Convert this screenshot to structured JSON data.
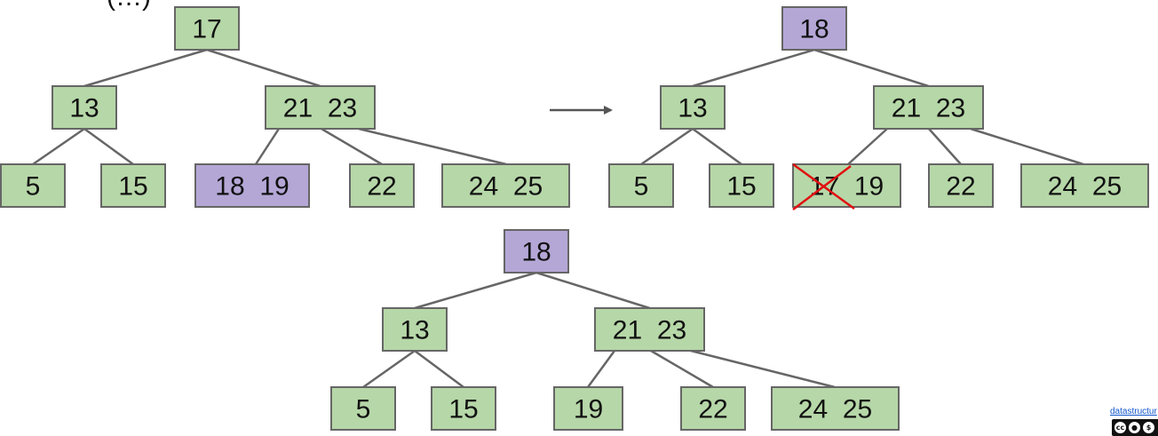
{
  "top_fragment": "(…)",
  "trees": [
    {
      "name": "tree-before",
      "nodes": [
        {
          "id": "root",
          "label": "17",
          "highlight": false
        },
        {
          "id": "left",
          "label": "13",
          "highlight": false
        },
        {
          "id": "right",
          "label": "21  23",
          "highlight": false
        },
        {
          "id": "leaf-1",
          "label": "5",
          "highlight": false
        },
        {
          "id": "leaf-2",
          "label": "15",
          "highlight": false
        },
        {
          "id": "leaf-3",
          "label": "18  19",
          "highlight": true
        },
        {
          "id": "leaf-4",
          "label": "22",
          "highlight": false
        },
        {
          "id": "leaf-5",
          "label": "24  25",
          "highlight": false
        }
      ],
      "edges": [
        [
          "root",
          "left"
        ],
        [
          "root",
          "right"
        ],
        [
          "left",
          "leaf-1"
        ],
        [
          "left",
          "leaf-2"
        ],
        [
          "right",
          "leaf-3"
        ],
        [
          "right",
          "leaf-4"
        ],
        [
          "right",
          "leaf-5"
        ]
      ]
    },
    {
      "name": "tree-swapped",
      "nodes": [
        {
          "id": "root",
          "label": "18",
          "highlight": true
        },
        {
          "id": "left",
          "label": "13",
          "highlight": false
        },
        {
          "id": "right",
          "label": "21  23",
          "highlight": false
        },
        {
          "id": "leaf-1",
          "label": "5",
          "highlight": false
        },
        {
          "id": "leaf-2",
          "label": "15",
          "highlight": false
        },
        {
          "id": "leaf-3",
          "label": "17  19",
          "highlight": false,
          "struck_key": "17"
        },
        {
          "id": "leaf-4",
          "label": "22",
          "highlight": false
        },
        {
          "id": "leaf-5",
          "label": "24  25",
          "highlight": false
        }
      ],
      "edges": [
        [
          "root",
          "left"
        ],
        [
          "root",
          "right"
        ],
        [
          "left",
          "leaf-1"
        ],
        [
          "left",
          "leaf-2"
        ],
        [
          "right",
          "leaf-3"
        ],
        [
          "right",
          "leaf-4"
        ],
        [
          "right",
          "leaf-5"
        ]
      ]
    },
    {
      "name": "tree-after",
      "nodes": [
        {
          "id": "root",
          "label": "18",
          "highlight": true
        },
        {
          "id": "left",
          "label": "13",
          "highlight": false
        },
        {
          "id": "right",
          "label": "21  23",
          "highlight": false
        },
        {
          "id": "leaf-1",
          "label": "5",
          "highlight": false
        },
        {
          "id": "leaf-2",
          "label": "15",
          "highlight": false
        },
        {
          "id": "leaf-3",
          "label": "19",
          "highlight": false
        },
        {
          "id": "leaf-4",
          "label": "22",
          "highlight": false
        },
        {
          "id": "leaf-5",
          "label": "24  25",
          "highlight": false
        }
      ],
      "edges": [
        [
          "root",
          "left"
        ],
        [
          "root",
          "right"
        ],
        [
          "left",
          "leaf-1"
        ],
        [
          "left",
          "leaf-2"
        ],
        [
          "right",
          "leaf-3"
        ],
        [
          "right",
          "leaf-4"
        ],
        [
          "right",
          "leaf-5"
        ]
      ]
    }
  ],
  "arrow_icon": "right-arrow-icon",
  "cross_icon": "red-x-strike-icon",
  "colors": {
    "node_green": "#b6d7a8",
    "node_purple": "#b4a7d6",
    "node_border": "#666666",
    "edge": "#666666",
    "strike": "#e01010",
    "link": "#1155cc"
  },
  "license": {
    "link_text": "datastructur",
    "badge_icons": [
      "cc-icon",
      "by-icon",
      "nc-icon"
    ]
  }
}
